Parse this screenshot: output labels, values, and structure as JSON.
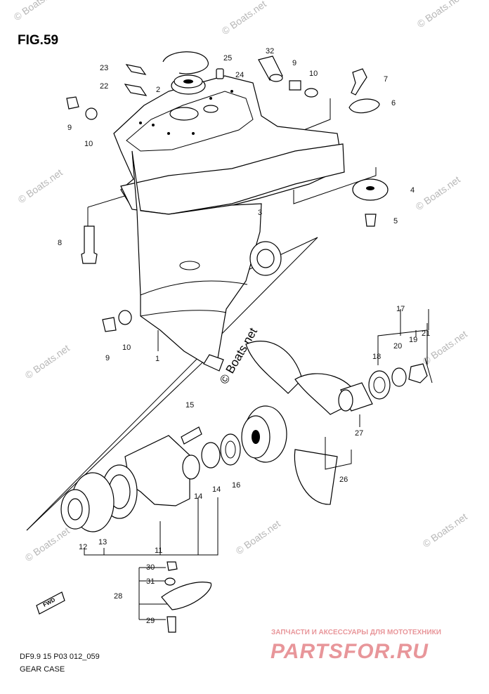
{
  "figure": {
    "title": "FIG.59",
    "code": "DF9.9 15 P03 012_059",
    "name": "GEAR CASE",
    "direction_badge": "FWD"
  },
  "watermarks": {
    "site": "© Boats.net"
  },
  "brand": {
    "tagline": "ЗАПЧАСТИ И АКСЕССУАРЫ ДЛЯ МОТОТЕХНИКИ",
    "logo": "PARTSFOR.RU"
  },
  "callouts": {
    "p1": "1",
    "p2": "2",
    "p3": "3",
    "p4": "4",
    "p5": "5",
    "p6": "6",
    "p7": "7",
    "p8": "8",
    "p9a": "9",
    "p9b": "9",
    "p9c": "9",
    "p10a": "10",
    "p10b": "10",
    "p10c": "10",
    "p11": "11",
    "p12": "12",
    "p13": "13",
    "p14a": "14",
    "p14b": "14",
    "p15": "15",
    "p16": "16",
    "p17": "17",
    "p18": "18",
    "p19": "19",
    "p20": "20",
    "p21": "21",
    "p22": "22",
    "p23": "23",
    "p24": "24",
    "p25": "25",
    "p26": "26",
    "p27": "27",
    "p28": "28",
    "p29": "29",
    "p30": "30",
    "p31": "31",
    "p32": "32"
  }
}
